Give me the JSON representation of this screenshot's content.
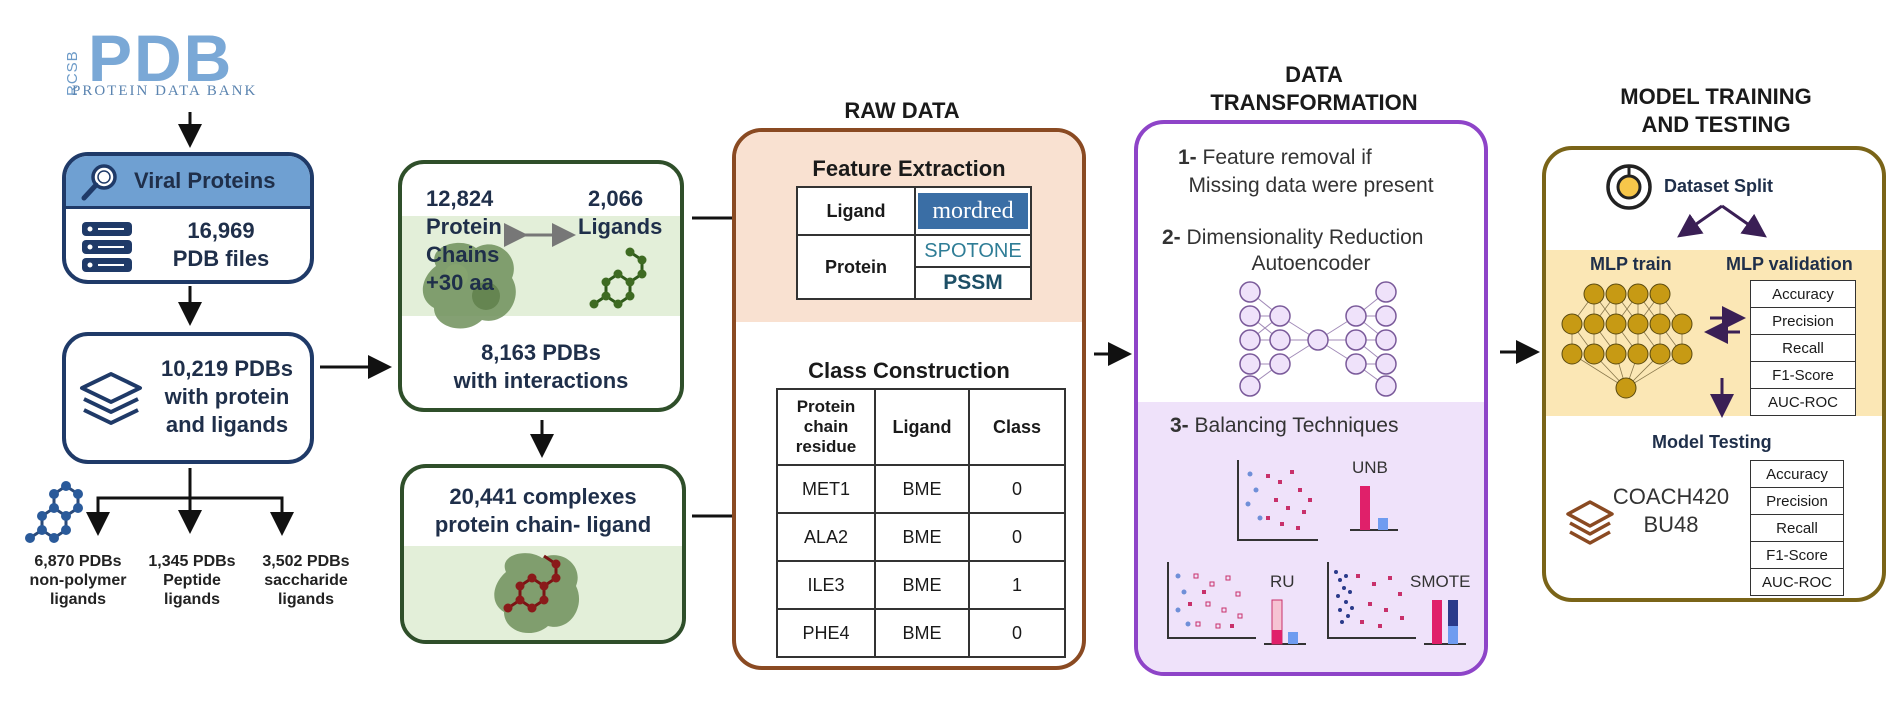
{
  "logo": {
    "rcsb": "RCSB",
    "pdb": "PDB",
    "subtitle": "PROTEIN DATA BANK"
  },
  "viral": {
    "header": "Viral Proteins",
    "count": "16,969",
    "unit": "PDB files"
  },
  "pl": {
    "line1": "10,219 PDBs",
    "line2": "with protein",
    "line3": "and ligands"
  },
  "ligand_types": [
    {
      "count": "6,870 PDBs",
      "l1": "non-polymer",
      "l2": "ligands"
    },
    {
      "count": "1,345 PDBs",
      "l1": "Peptide",
      "l2": "ligands"
    },
    {
      "count": "3,502 PDBs",
      "l1": "saccharide",
      "l2": "ligands"
    }
  ],
  "interactions": {
    "chains_count": "12,824",
    "chains_l1": "Protein",
    "chains_l2": "Chains",
    "chains_l3": "+30 aa",
    "ligands_count": "2,066",
    "ligands_label": "Ligands",
    "pdbs": "8,163 PDBs",
    "pdbs_sub": "with interactions"
  },
  "complexes": {
    "line1": "20,441 complexes",
    "line2": "protein chain- ligand"
  },
  "raw": {
    "title": "RAW DATA",
    "feature_title": "Feature Extraction",
    "ligand_label": "Ligand",
    "mordred": "mordred",
    "protein_label": "Protein",
    "spotone": "SPOTONE",
    "pssm": "PSSM",
    "class_title": "Class Construction",
    "headers": [
      "Protein chain residue",
      "Ligand",
      "Class"
    ],
    "rows": [
      [
        "MET1",
        "BME",
        "0"
      ],
      [
        "ALA2",
        "BME",
        "0"
      ],
      [
        "ILE3",
        "BME",
        "1"
      ],
      [
        "PHE4",
        "BME",
        "0"
      ]
    ]
  },
  "transform": {
    "title_l1": "DATA",
    "title_l2": "TRANSFORMATION",
    "step1_num": "1-",
    "step1_l1": "Feature removal if",
    "step1_l2": "Missing data were present",
    "step2_num": "2-",
    "step2_l1": "Dimensionality Reduction",
    "step2_l2": "Autoencoder",
    "step3_num": "3-",
    "step3_l1": "Balancing Techniques",
    "unb": "UNB",
    "ru": "RU",
    "smote": "SMOTE"
  },
  "model": {
    "title_l1": "MODEL TRAINING",
    "title_l2": "AND TESTING",
    "split": "Dataset Split",
    "train": "MLP train",
    "validation": "MLP validation",
    "metrics": [
      "Accuracy",
      "Precision",
      "Recall",
      "F1-Score",
      "AUC-ROC"
    ],
    "testing": "Model Testing",
    "test_sets_l1": "COACH420",
    "test_sets_l2": "BU48",
    "test_metrics": [
      "Accuracy",
      "Precision",
      "Recall",
      "F1-Score",
      "AUC-ROC"
    ]
  },
  "colors": {
    "navy": "#1f3a68",
    "green_fill": "#e3efd9",
    "peach": "#f9e1d1",
    "lavender": "#efe2fa",
    "yellow": "#fbe7b5",
    "mordred": "#3a6ea5",
    "teal": "#2f7d96"
  }
}
